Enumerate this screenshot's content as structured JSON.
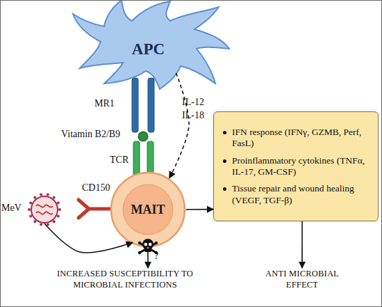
{
  "diagram": {
    "nodes": [
      {
        "text": [
          "APC"
        ]
      },
      {
        "text": [
          "MAIT"
        ]
      },
      {
        "text": [
          "MeV"
        ]
      },
      {
        "text": [
          "IFN response (IFNγ, GZMB, Perf, FasL)",
          "Proinflammatory cytokines (TNFα, IL-17, GM-CSF)",
          "Tissue repair and wound healing (VEGF, TGF-β)"
        ]
      },
      {
        "text": [
          "INCREASED SUSCEPTIBILITY TO MICROBIAL INFECTIONS"
        ]
      },
      {
        "text": [
          "ANTI MICROBIAL EFFECT"
        ]
      }
    ],
    "edges": [
      {
        "from": 0,
        "to": 1,
        "arrow": "to",
        "label": "IL-12 IL-18"
      },
      {
        "from": 2,
        "to": 1,
        "arrow": "to"
      },
      {
        "from": 1,
        "to": 3,
        "arrow": "to"
      },
      {
        "from": 1,
        "to": 4,
        "arrow": "to",
        "label": "?"
      },
      {
        "from": 3,
        "to": 5,
        "arrow": "to"
      }
    ],
    "labels": [
      "MR1",
      "Vitamin B2/B9",
      "TCR",
      "CD150"
    ]
  }
}
